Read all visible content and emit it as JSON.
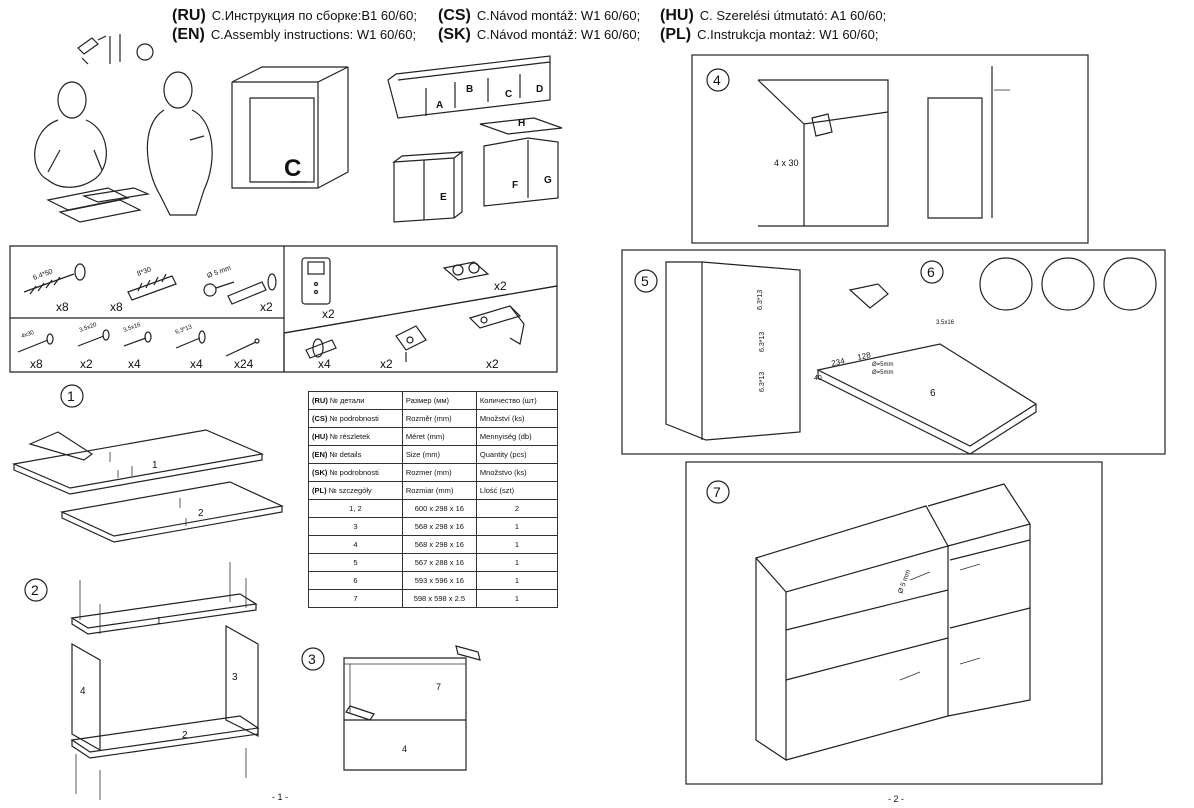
{
  "header": {
    "rows": [
      {
        "l1": "(RU)",
        "t1": "С.Инструкция по сборке:B1 60/60;",
        "l2": "(CS)",
        "t2": "C.Návod montáž: W1 60/60;",
        "l3": "(HU)",
        "t3": "C. Szerelési útmutató: A1 60/60;"
      },
      {
        "l1": "(EN)",
        "t1": "C.Assembly instructions: W1 60/60;",
        "l2": "(SK)",
        "t2": "C.Návod montáž: W1 60/60;",
        "l3": "(PL)",
        "t3": "C.Instrukcja montaż: W1 60/60;"
      }
    ]
  },
  "overview": {
    "cabinet_letter": "C",
    "letters": [
      "A",
      "B",
      "C",
      "D",
      "E",
      "F",
      "G",
      "H"
    ]
  },
  "hardware": [
    {
      "spec": "6.4*50",
      "qty": "x8",
      "icon": "long-screw-icon"
    },
    {
      "spec": "8*30",
      "qty": "x8",
      "icon": "wooden-dowel-icon"
    },
    {
      "spec": "Ø 5 mm",
      "qty": "x2",
      "icon": "shelf-pin-icon"
    },
    {
      "spec": "4x30",
      "qty": "x8",
      "icon": "screw-icon"
    },
    {
      "spec": "3.5x20",
      "qty": "x2",
      "icon": "screw-icon"
    },
    {
      "spec": "3.5x16",
      "qty": "x4",
      "icon": "short-screw-icon"
    },
    {
      "spec": "6.3*13",
      "qty": "x4",
      "icon": "euro-screw-icon"
    },
    {
      "spec": "",
      "qty": "x24",
      "icon": "nail-icon"
    },
    {
      "spec": "",
      "qty": "x2",
      "icon": "hanging-bracket-icon"
    },
    {
      "spec": "",
      "qty": "x2",
      "icon": "bumper-pads-icon"
    },
    {
      "spec": "",
      "qty": "x4",
      "icon": "shelf-support-icon"
    },
    {
      "spec": "",
      "qty": "x2",
      "icon": "hinge-plate-icon"
    },
    {
      "spec": "",
      "qty": "x2",
      "icon": "concealed-hinge-icon"
    }
  ],
  "parts_table": {
    "headers": [
      {
        "lang": "(RU)",
        "a": "№ детали",
        "b": "Размер  (мм)",
        "c": "Количество (шт)"
      },
      {
        "lang": "(CS)",
        "a": "№ podrobnosti",
        "b": "Rozměr (mm)",
        "c": "Množství (ks)"
      },
      {
        "lang": "(HU)",
        "a": "№ részletek",
        "b": "Méret (mm)",
        "c": "Mennyiség (db)"
      },
      {
        "lang": "(EN)",
        "a": "№ details",
        "b": "Size (mm)",
        "c": "Quantity  (pcs)"
      },
      {
        "lang": "(SK)",
        "a": "№ podrobnosti",
        "b": "Rozmer (mm)",
        "c": "Množstvo (ks)"
      },
      {
        "lang": "(PL)",
        "a": "№ szczegóły",
        "b": "Rozmiar (mm)",
        "c": "Llość (szt)"
      }
    ],
    "rows": [
      {
        "part": "1, 2",
        "size": "600 x 298 x 16",
        "qty": "2"
      },
      {
        "part": "3",
        "size": "568 x 298 x 16",
        "qty": "1"
      },
      {
        "part": "4",
        "size": "568 x 298 x 16",
        "qty": "1"
      },
      {
        "part": "5",
        "size": "567 x 288 x 16",
        "qty": "1"
      },
      {
        "part": "6",
        "size": "593 x 596 x 16",
        "qty": "1"
      },
      {
        "part": "7",
        "size": "598 x 598 x 2.5",
        "qty": "1"
      }
    ]
  },
  "steps": {
    "s1": {
      "num": "1",
      "labels": [
        "1",
        "2"
      ]
    },
    "s2": {
      "num": "2",
      "labels": [
        "1",
        "2",
        "3",
        "4"
      ]
    },
    "s3": {
      "num": "3",
      "labels": [
        "7",
        "4"
      ]
    },
    "s4": {
      "num": "4",
      "note": "4 x 30"
    },
    "s5": {
      "num": "5",
      "notes": [
        "6.3*13",
        "6.3*13",
        "6.3*13"
      ]
    },
    "s6": {
      "num": "6",
      "panel": "6",
      "screw": "3.5x16",
      "dims": [
        "234",
        "128",
        "Ø=5mm",
        "Ø=5mm",
        "40"
      ]
    },
    "s7": {
      "num": "7",
      "note": "Ø 5 mm"
    }
  },
  "pages": {
    "left": "- 1 -",
    "right": "- 2 -"
  }
}
